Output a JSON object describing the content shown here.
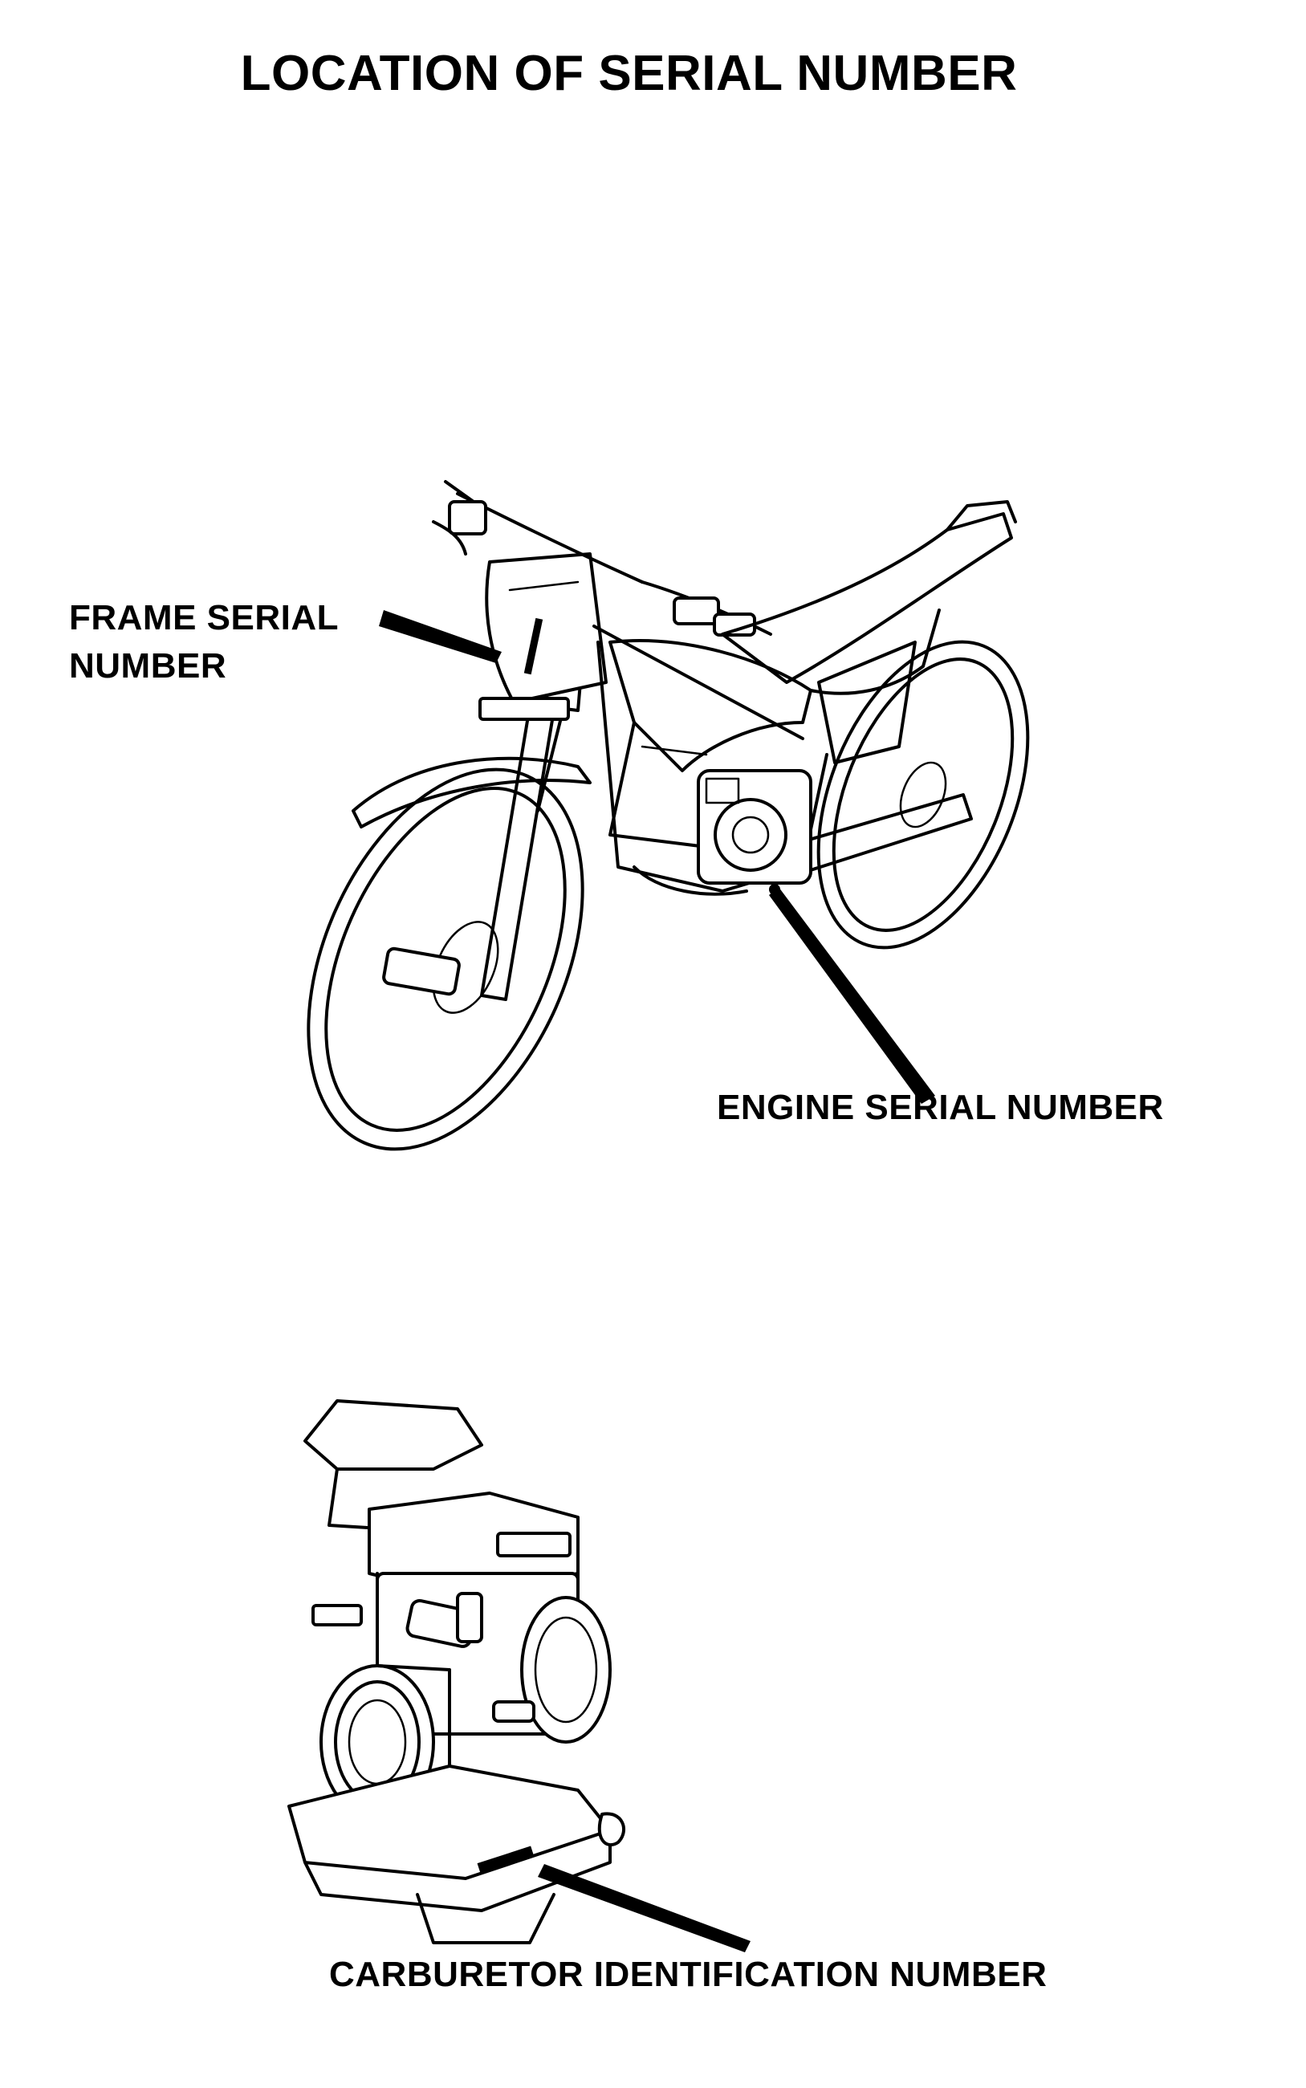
{
  "diagram": {
    "title": "LOCATION OF SERIAL NUMBER",
    "callouts": {
      "frame_serial": [
        "FRAME SERIAL",
        "NUMBER"
      ],
      "engine_serial": "ENGINE SERIAL NUMBER",
      "carburetor_id": "CARBURETOR IDENTIFICATION NUMBER"
    },
    "icons": [
      "motorcycle-illustration",
      "carburetor-illustration",
      "arrow-icon"
    ]
  }
}
